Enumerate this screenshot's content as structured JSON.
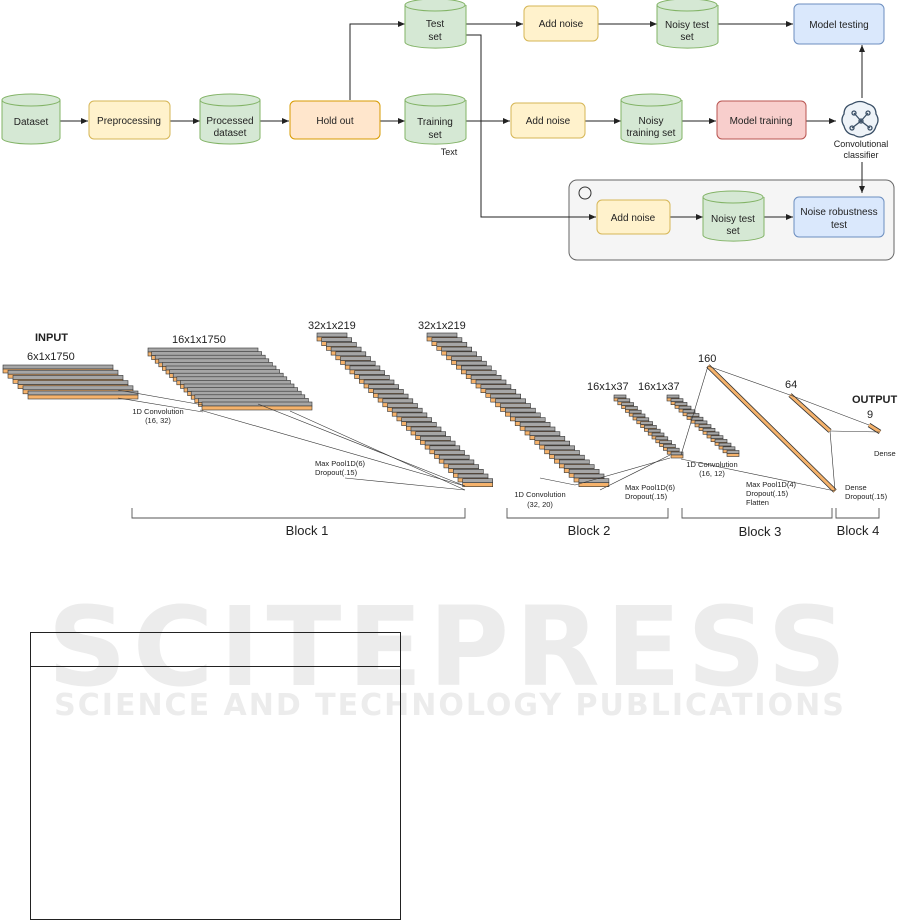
{
  "pipeline": {
    "nodes": {
      "dataset": "Dataset",
      "preprocessing": "Preprocessing",
      "processed_dataset_1": "Processed",
      "processed_dataset_2": "dataset",
      "hold_out": "Hold out",
      "test_set_1": "Test",
      "test_set_2": "set",
      "training_set_1": "Training",
      "training_set_2": "set",
      "training_set_caption": "Text",
      "add_noise_test": "Add noise",
      "add_noise_train": "Add noise",
      "add_noise_robust": "Add noise",
      "noisy_test_set_1": "Noisy test",
      "noisy_test_set_2": "set",
      "noisy_training_set_1": "Noisy",
      "noisy_training_set_2": "training set",
      "noisy_test_set_b_1": "Noisy test",
      "noisy_test_set_b_2": "set",
      "model_testing": "Model testing",
      "model_training": "Model training",
      "noise_robustness_1": "Noise robustness",
      "noise_robustness_2": "test",
      "classifier_1": "Convolutional",
      "classifier_2": "classifier"
    },
    "colors": {
      "db_fill": "#d5e8d4",
      "db_stroke": "#82b366",
      "yellow_fill": "#fff2cc",
      "yellow_stroke": "#d6b656",
      "orange_fill": "#ffe6cc",
      "orange_stroke": "#d79b00",
      "red_fill": "#f8cecc",
      "red_stroke": "#b85450",
      "blue_fill": "#dae8fc",
      "blue_stroke": "#6c8ebf",
      "group_fill": "#f5f5f5",
      "group_stroke": "#666666"
    }
  },
  "cnn": {
    "input_title": "INPUT",
    "output_title": "OUTPUT",
    "dims": {
      "input": "6x1x1750",
      "conv1": "16x1x1750",
      "pool1": "32x1x219",
      "conv2": "32x1x219",
      "pool2": "16x1x37",
      "conv3": "16x1x37",
      "flat": "160",
      "dense": "64",
      "out": "9"
    },
    "ops": {
      "conv1_a": "1D Convolution",
      "conv1_b": "(16, 32)",
      "pool1_a": "Max Pool1D(6)",
      "pool1_b": "Dropout(.15)",
      "conv2_a": "1D Convolution",
      "conv2_b": "(32, 20)",
      "pool2_a": "Max Pool1D(6)",
      "pool2_b": "Dropout(.15)",
      "conv3_a": "1D Convolution",
      "conv3_b": "(16, 12)",
      "pool3_a": "Max Pool1D(4)",
      "pool3_b": "Dropout(.15)",
      "pool3_c": "Flatten",
      "dense_a": "Dense",
      "dense_b": "Dropout(.15)",
      "out_op": "Dense"
    },
    "blocks": [
      "Block 1",
      "Block 2",
      "Block 3",
      "Block 4"
    ],
    "colors": {
      "orange": "#f5b26b",
      "grey": "#a6a6a6",
      "stroke": "#333333"
    }
  },
  "watermark": {
    "main": "SCITEPRESS",
    "sub": "SCIENCE AND TECHNOLOGY PUBLICATIONS",
    "color": "#e9e9e9"
  }
}
